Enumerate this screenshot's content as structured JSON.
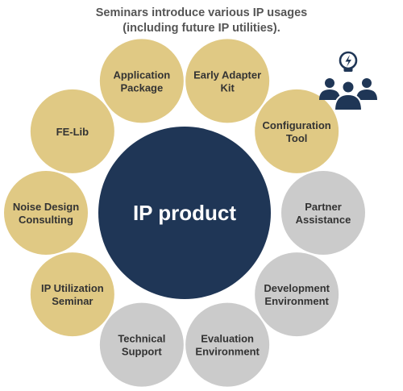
{
  "header": {
    "line1": "Seminars introduce various IP usages",
    "line2": "(including future IP utilities)."
  },
  "center": {
    "label": "IP product",
    "color": "#1f3656"
  },
  "colors": {
    "gold": "#d9bd69",
    "gray": "#c0c0c0",
    "text": "#333333",
    "center_text": "#ffffff"
  },
  "items": [
    {
      "lines": [
        "Application",
        "Package"
      ],
      "tone": "gold"
    },
    {
      "lines": [
        "Early Adapter",
        "Kit"
      ],
      "tone": "gold"
    },
    {
      "lines": [
        "Configuration",
        "Tool"
      ],
      "tone": "gold"
    },
    {
      "lines": [
        "Partner",
        "Assistance"
      ],
      "tone": "gray"
    },
    {
      "lines": [
        "Development",
        "Environment"
      ],
      "tone": "gray"
    },
    {
      "lines": [
        "Evaluation",
        "Environment"
      ],
      "tone": "gray"
    },
    {
      "lines": [
        "Technical",
        "Support"
      ],
      "tone": "gray"
    },
    {
      "lines": [
        "IP Utilization",
        "Seminar"
      ],
      "tone": "gold"
    },
    {
      "lines": [
        "Noise Design",
        "Consulting"
      ],
      "tone": "gold"
    },
    {
      "lines": [
        "FE-Lib"
      ],
      "tone": "gold"
    }
  ],
  "icons": {
    "top_right": "team-idea-icon"
  }
}
